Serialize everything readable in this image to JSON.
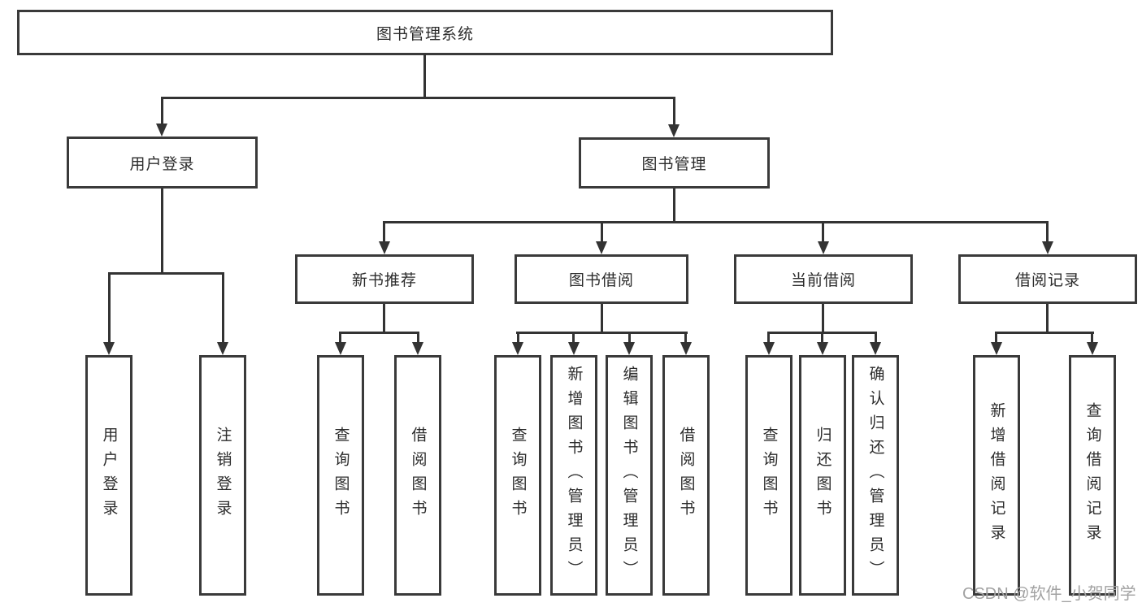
{
  "tree": {
    "root": {
      "label": "图书管理系统"
    },
    "branches": [
      {
        "label": "用户登录",
        "children": [
          {
            "label": "用户登录"
          },
          {
            "label": "注销登录"
          }
        ]
      },
      {
        "label": "图书管理",
        "children": [
          {
            "label": "新书推荐",
            "children": [
              {
                "label": "查询图书"
              },
              {
                "label": "借阅图书"
              }
            ]
          },
          {
            "label": "图书借阅",
            "children": [
              {
                "label": "查询图书"
              },
              {
                "label": "新增图书（管理员）"
              },
              {
                "label": "编辑图书（管理员）"
              },
              {
                "label": "借阅图书"
              }
            ]
          },
          {
            "label": "当前借阅",
            "children": [
              {
                "label": "查询图书"
              },
              {
                "label": "归还图书"
              },
              {
                "label": "确认归还（管理员）"
              }
            ]
          },
          {
            "label": "借阅记录",
            "children": [
              {
                "label": "新增借阅记录"
              },
              {
                "label": "查询借阅记录"
              }
            ]
          }
        ]
      }
    ]
  },
  "watermark": {
    "text": "CSDN @软件_小贺同学"
  },
  "colors": {
    "line": "#333333",
    "box_border": "#3a3a3a",
    "text": "#2c2c2c",
    "watermark": "#a2a2a2",
    "background": "#ffffff"
  }
}
